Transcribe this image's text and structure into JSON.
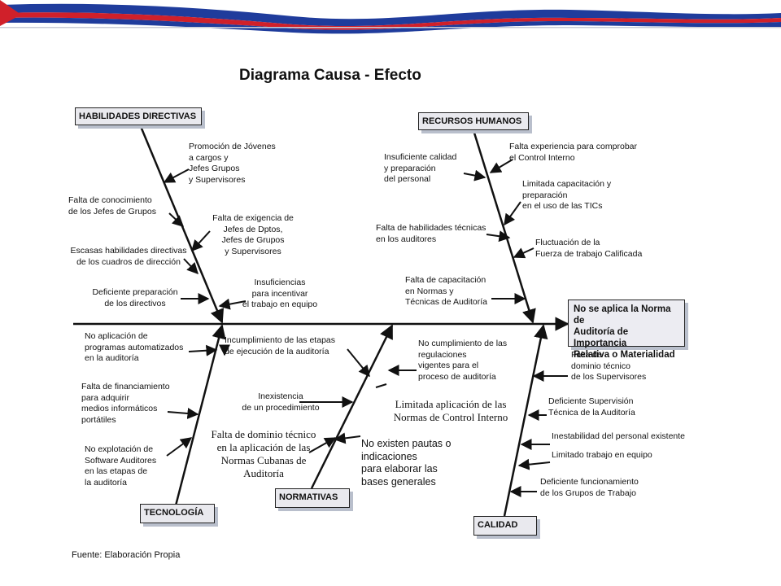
{
  "title": "Diagrama Causa - Efecto",
  "source": "Fuente: Elaboración Propia",
  "effect": "No se aplica la Norma de\nAuditoría de   Importancia\n   Relativa o Materialidad",
  "colors": {
    "flag_blue": "#1f3c9c",
    "flag_red": "#d0202a",
    "box_fill": "#e9e9ee",
    "box_shadow": "#b9bfcc",
    "line": "#111111"
  },
  "categories": {
    "habilidades": "HABILIDADES DIRECTIVAS",
    "recursos": "RECURSOS HUMANOS",
    "tecnologia": "TECNOLOGÍA",
    "normativas": "NORMATIVAS",
    "calidad": "CALIDAD"
  },
  "causes": {
    "habilidades": [
      "Promoción de Jóvenes\na cargos  y\nJefes Grupos\ny Supervisores",
      "Falta de conocimiento\nde los Jefes de Grupos",
      "Falta de exigencia de\nJefes de  Dptos,\nJefes de Grupos\ny Supervisores",
      "Escasas habilidades directivas\nde los cuadros de dirección",
      "Deficiente preparación\nde los directivos",
      "Insuficiencias\npara incentivar\nel trabajo en equipo"
    ],
    "recursos": [
      "Insuficiente calidad\ny preparación\ndel personal",
      "Falta experiencia para comprobar\nel Control Interno",
      "Limitada capacitación y\npreparación\nen el uso de las TICs",
      "Falta de habilidades técnicas\n en los auditores",
      "Fluctuación de la\nFuerza de trabajo Calificada",
      "Falta de capacitación\nen  Normas y\nTécnicas de Auditoría"
    ],
    "tecnologia": [
      "No aplicación de\nprogramas automatizados\nen la auditoría",
      "Falta de financiamiento\npara adquirir\nmedios informáticos\nportátiles",
      "No explotación de\nSoftware Auditores\n en las etapas de\nla auditoría"
    ],
    "normativas": [
      "Incumplimiento de las  etapas\nde ejecución de la auditoría",
      "No cumplimiento de las\n regulaciones\n vigentes para el\n proceso  de auditoría",
      "Inexistencia\nde un procedimiento",
      "Limitada aplicación de las\nNormas de Control Interno",
      "Falta de dominio   técnico\nen la aplicación de las\nNormas Cubanas de\nAuditoría",
      "No existen pautas  o\nindicaciones\npara elaborar las\nbases generales"
    ],
    "calidad": [
      "Falta de\ndominio técnico\nde los Supervisores",
      "Deficiente Supervisión\n Técnica de la Auditoría",
      "Inestabilidad del personal existente",
      "Limitado trabajo en equipo",
      "Deficiente funcionamiento\nde los Grupos de Trabajo"
    ]
  }
}
